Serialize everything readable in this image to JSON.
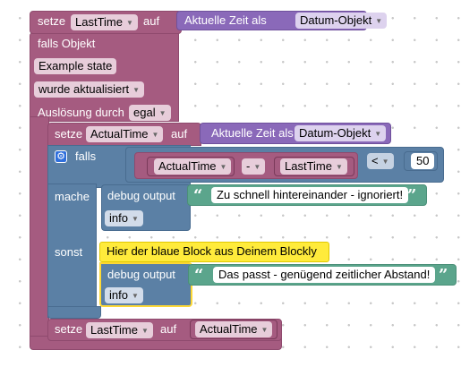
{
  "outer_set": {
    "keyword": "setze",
    "variable": "LastTime",
    "to_label": "auf",
    "value_block": {
      "label": "Aktuelle Zeit als",
      "format": "Datum-Objekt"
    }
  },
  "trigger": {
    "title": "falls Objekt",
    "object": "Example state",
    "event": "wurde aktualisiert",
    "trigger_label": "Auslösung durch",
    "trigger_value": "egal"
  },
  "inner_set": {
    "keyword": "setze",
    "variable": "ActualTime",
    "to_label": "auf",
    "value_block": {
      "label": "Aktuelle Zeit als",
      "format": "Datum-Objekt"
    }
  },
  "if_block": {
    "if_label": "falls",
    "do_label": "mache",
    "else_label": "sonst",
    "condition": {
      "left_var": "ActualTime",
      "operator": "-",
      "right_var": "LastTime",
      "compare": "<",
      "number": "50"
    }
  },
  "debug1": {
    "label": "debug output",
    "message": "Zu schnell hintereinander - ignoriert!",
    "level": "info"
  },
  "comment": {
    "text": "Hier der blaue Block aus Deinem Blockly"
  },
  "debug2": {
    "label": "debug output",
    "message": "Das passt - genügend zeitlicher Abstand!",
    "level": "info"
  },
  "last_set": {
    "keyword": "setze",
    "variable": "LastTime",
    "to_label": "auf",
    "value": "ActualTime"
  },
  "colors": {
    "variables": "#a55b80",
    "time": "#8a69b9",
    "logic": "#5b80a5",
    "text": "#5ba58c",
    "highlight": "#ffeb3b"
  }
}
